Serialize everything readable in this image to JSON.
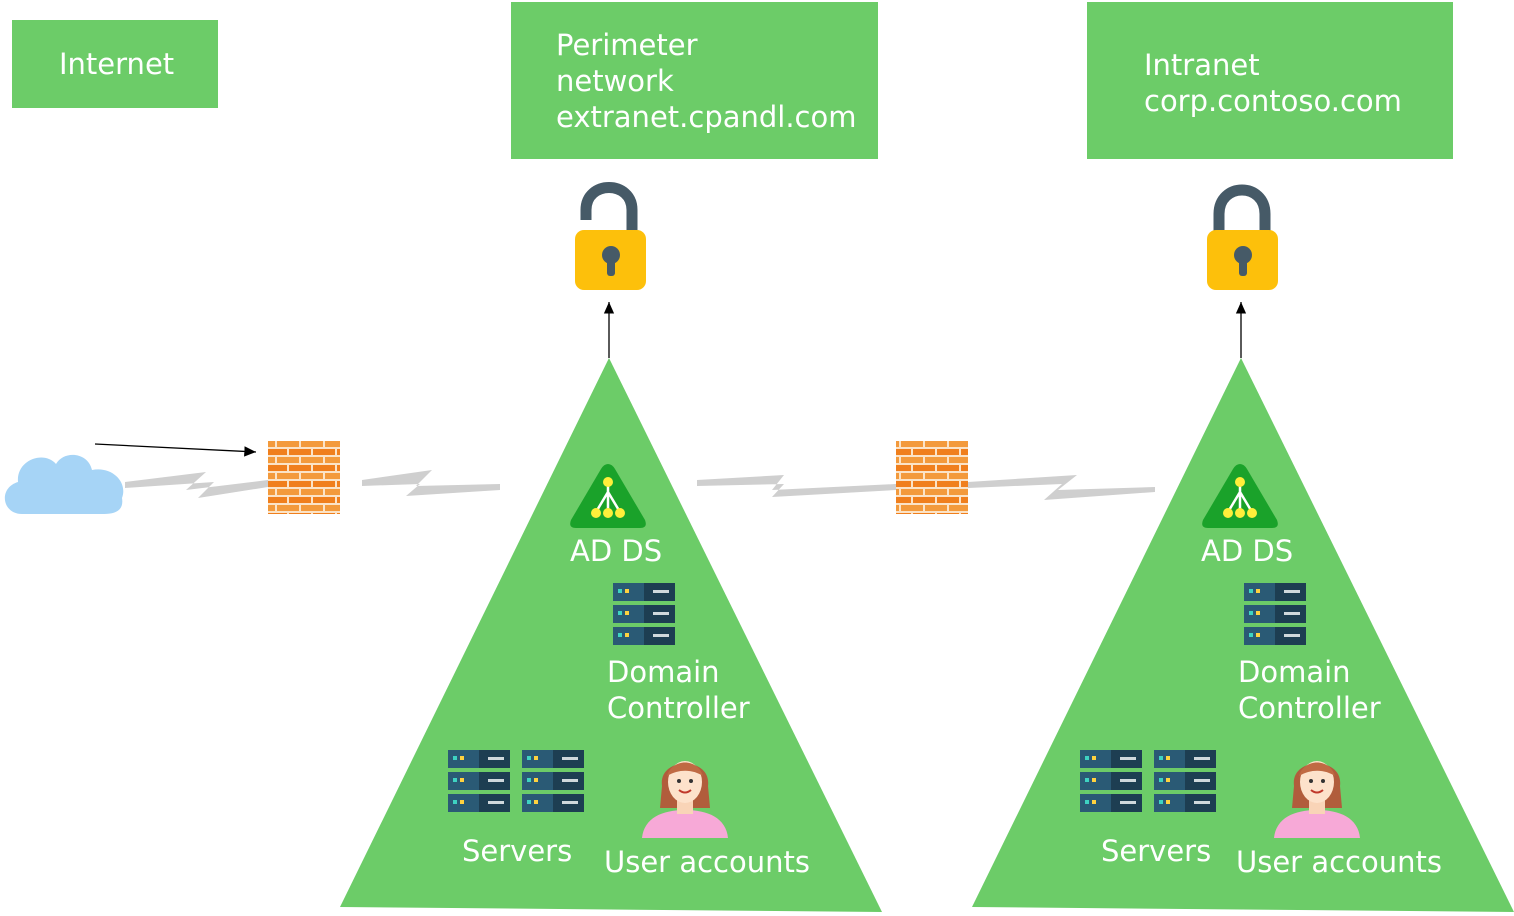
{
  "zones": {
    "internet": {
      "label": "Internet"
    },
    "perimeter": {
      "lines": [
        "Perimeter",
        "network",
        "extranet.cpandl.com"
      ]
    },
    "intranet": {
      "lines": [
        "Intranet",
        "corp.contoso.com"
      ]
    }
  },
  "forests": [
    {
      "adds_label": "AD DS",
      "dc_label_lines": [
        "Domain",
        "Controller"
      ],
      "servers_label": "Servers",
      "users_label": "User accounts",
      "lock_state": "unlocked"
    },
    {
      "adds_label": "AD DS",
      "dc_label_lines": [
        "Domain",
        "Controller"
      ],
      "servers_label": "Servers",
      "users_label": "User accounts",
      "lock_state": "locked"
    }
  ],
  "icons": [
    "cloud-icon",
    "firewall-icon",
    "padlock-open-icon",
    "padlock-closed-icon",
    "ad-ds-icon",
    "server-icon",
    "user-icon"
  ],
  "colors": {
    "zone_green": "#6ccc68",
    "lock_yellow": "#fdc00b",
    "lock_shackle": "#465a67",
    "cloud_blue": "#a6d4f6",
    "firewall_orange": "#f07f1d",
    "server_dark": "#1d3e52",
    "lightning_gray": "#cfcfcf"
  }
}
